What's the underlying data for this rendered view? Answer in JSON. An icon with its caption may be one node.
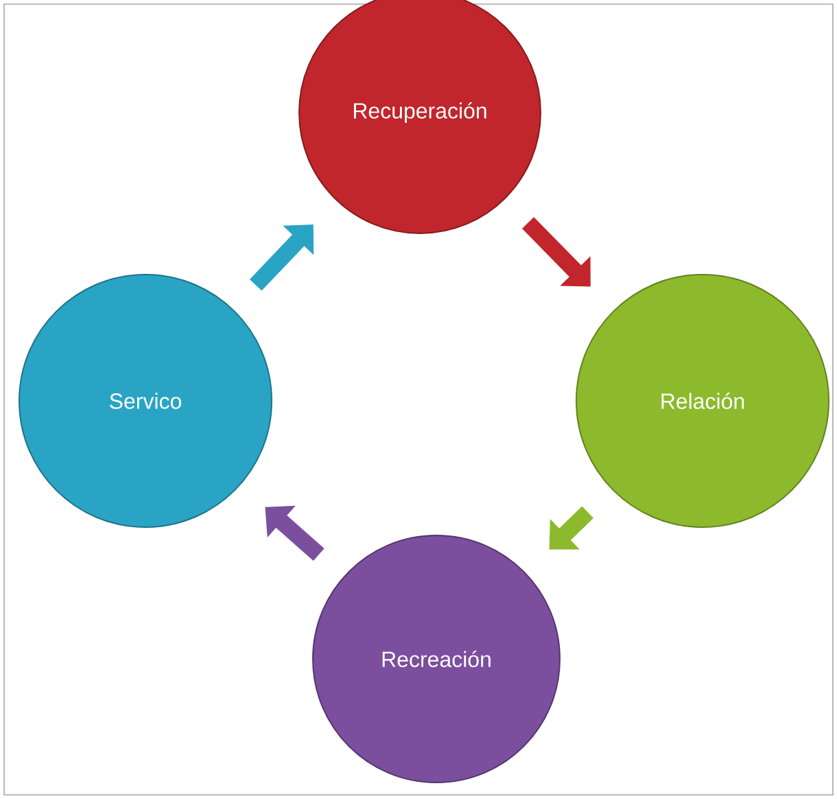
{
  "diagram": {
    "nodes": [
      {
        "text": [
          "Recuperación"
        ]
      },
      {
        "text": [
          "Relación"
        ]
      },
      {
        "text": [
          "Recreación"
        ]
      },
      {
        "text": [
          "Servico"
        ]
      }
    ],
    "edges": [
      {
        "from": 0,
        "to": 1,
        "arrow": "to",
        "color": "#c0262c"
      },
      {
        "from": 1,
        "to": 2,
        "arrow": "to",
        "color": "#8cba2c"
      },
      {
        "from": 2,
        "to": 3,
        "arrow": "to",
        "color": "#7b4f9e"
      },
      {
        "from": 3,
        "to": 0,
        "arrow": "to",
        "color": "#2aa4c4"
      }
    ]
  }
}
